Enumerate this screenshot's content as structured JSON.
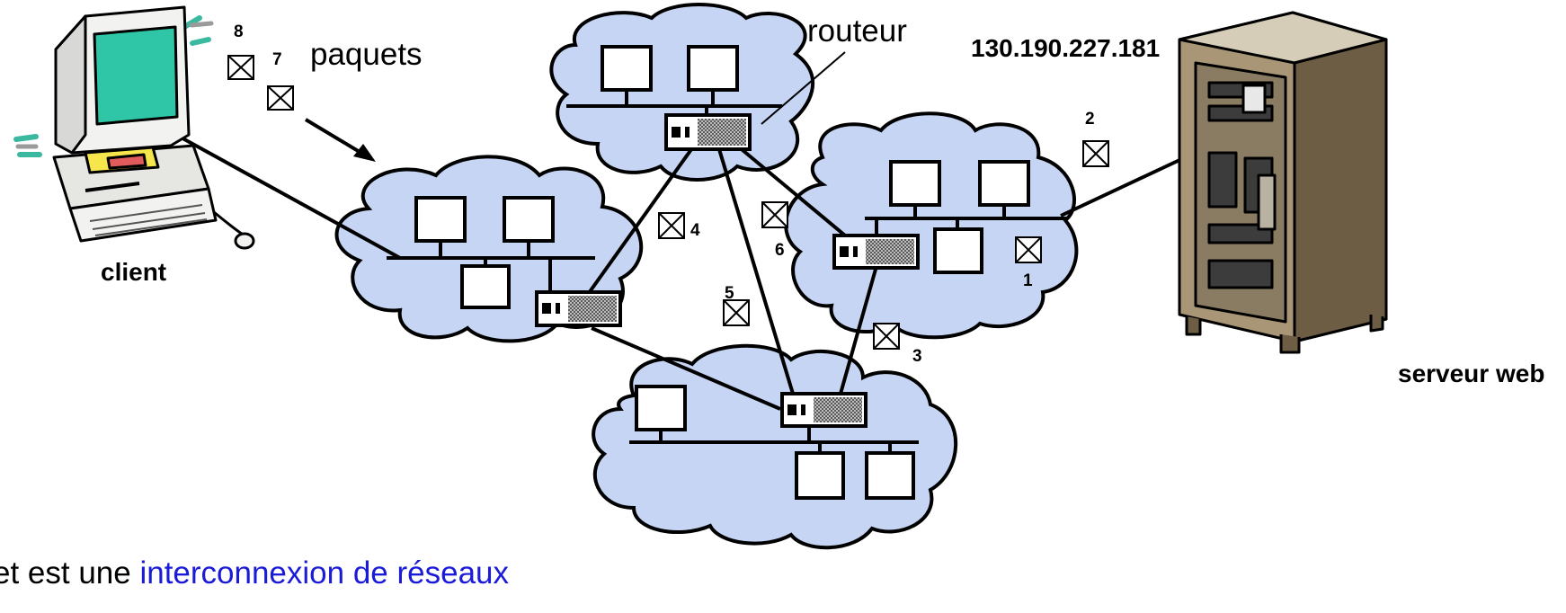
{
  "labels": {
    "packets": "paquets",
    "router": "routeur",
    "ip_address": "130.190.227.181",
    "client": "client",
    "server": "serveur web"
  },
  "packet_numbers": [
    "1",
    "2",
    "3",
    "4",
    "5",
    "6",
    "7",
    "8"
  ],
  "footer": {
    "prefix": "et est une ",
    "link": "interconnexion de réseaux"
  },
  "colors": {
    "cloud_fill": "#c6d5f3",
    "router_pattern": "#8a8a8a",
    "link_text": "#1a1ad8",
    "monitor_screen": "#2ec6a6",
    "server_body": "#7a6a52"
  },
  "icons": {
    "client": "desktop-computer-icon",
    "server": "server-cabinet-icon",
    "packet": "packet-icon",
    "router": "router-icon",
    "host": "host-box-icon"
  }
}
